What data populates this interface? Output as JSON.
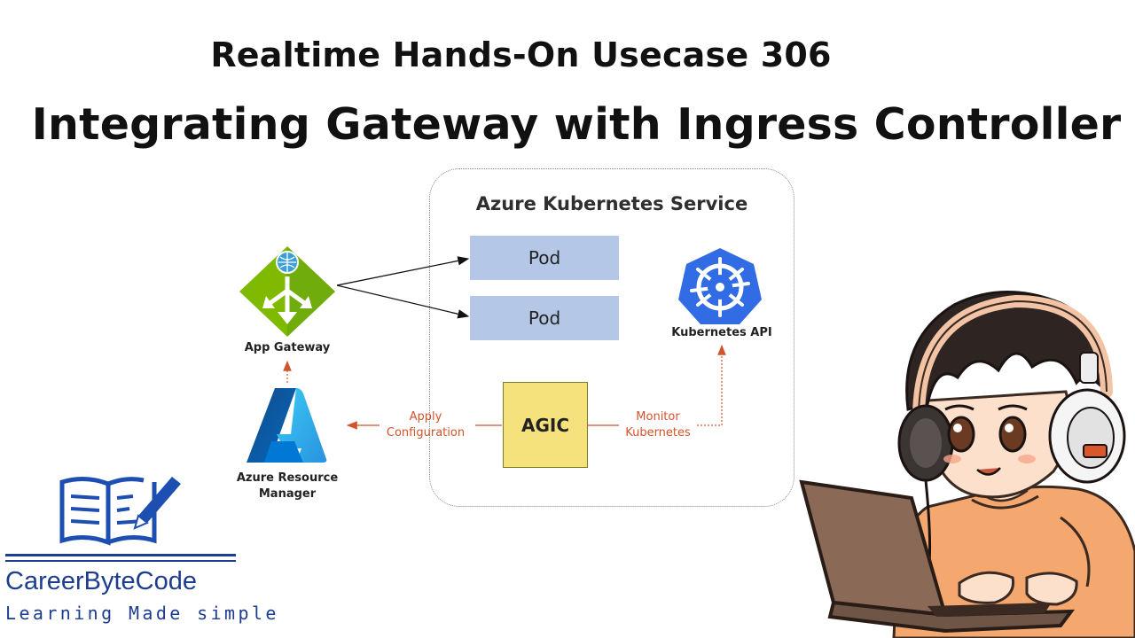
{
  "header": {
    "subtitle": "Realtime  Hands-On Usecase 306",
    "title": "Integrating Gateway with Ingress Controller"
  },
  "diagram": {
    "cluster_label": "Azure Kubernetes Service",
    "pods": [
      "Pod",
      "Pod"
    ],
    "agic_label": "AGIC",
    "kubernetes_api_label": "Kubernetes API",
    "app_gateway_label": "App Gateway",
    "arm_label_line1": "Azure Resource",
    "arm_label_line2": "Manager",
    "apply_config_line1": "Apply",
    "apply_config_line2": "Configuration",
    "monitor_line1": "Monitor",
    "monitor_line2": "Kubernetes"
  },
  "branding": {
    "name": "CareerByteCode",
    "tagline": "Learning Made simple"
  },
  "icons": {
    "app_gateway": "app-gateway-icon",
    "kubernetes": "kubernetes-helm-icon",
    "azure": "azure-logo-icon",
    "book": "open-book-pencil-icon",
    "character": "boy-with-headphones-laptop-illustration"
  },
  "colors": {
    "pod_fill": "#b4c7e7",
    "agic_fill": "#f6e27c",
    "kubernetes_blue": "#326ce5",
    "gateway_green": "#7fba00",
    "arrow_orange": "#d2542d",
    "brand_blue": "#1d3d8f"
  }
}
